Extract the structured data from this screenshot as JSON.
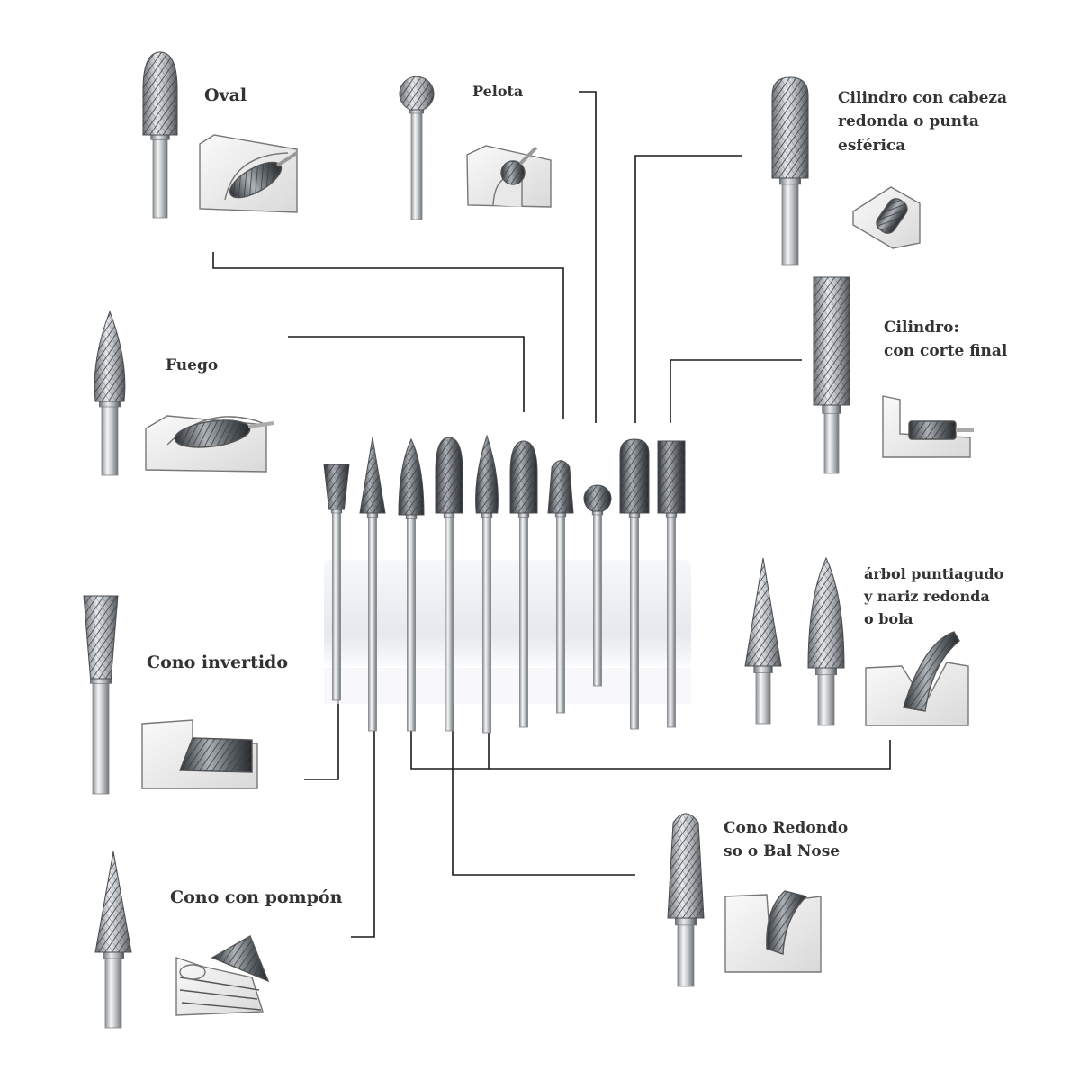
{
  "diagram": {
    "labels": {
      "oval": [
        "Oval"
      ],
      "pelota": [
        "Pelota"
      ],
      "cilindro_cabeza": [
        "Cilindro con cabeza",
        "redonda o punta",
        "esférica"
      ],
      "fuego": [
        "Fuego"
      ],
      "cilindro_corte": [
        "Cilindro:",
        "con corte final"
      ],
      "arbol": [
        "árbol puntiagudo",
        "y nariz redonda",
        "o bola"
      ],
      "cono_invertido": [
        "Cono invertido"
      ],
      "cono_redondo": [
        "Cono Redondo",
        "so o Bal Nose"
      ],
      "cono_pompon": [
        "Cono con pompón"
      ]
    },
    "colors": {
      "background": "#ffffff",
      "line": "#1a1a1a",
      "metal_light": "#e6e8ea",
      "metal_mid": "#b5b9bd",
      "metal_dark": "#5c6166",
      "block_face": "#f2f2f2",
      "block_edge": "#777777",
      "holder": "#eceef2"
    }
  }
}
